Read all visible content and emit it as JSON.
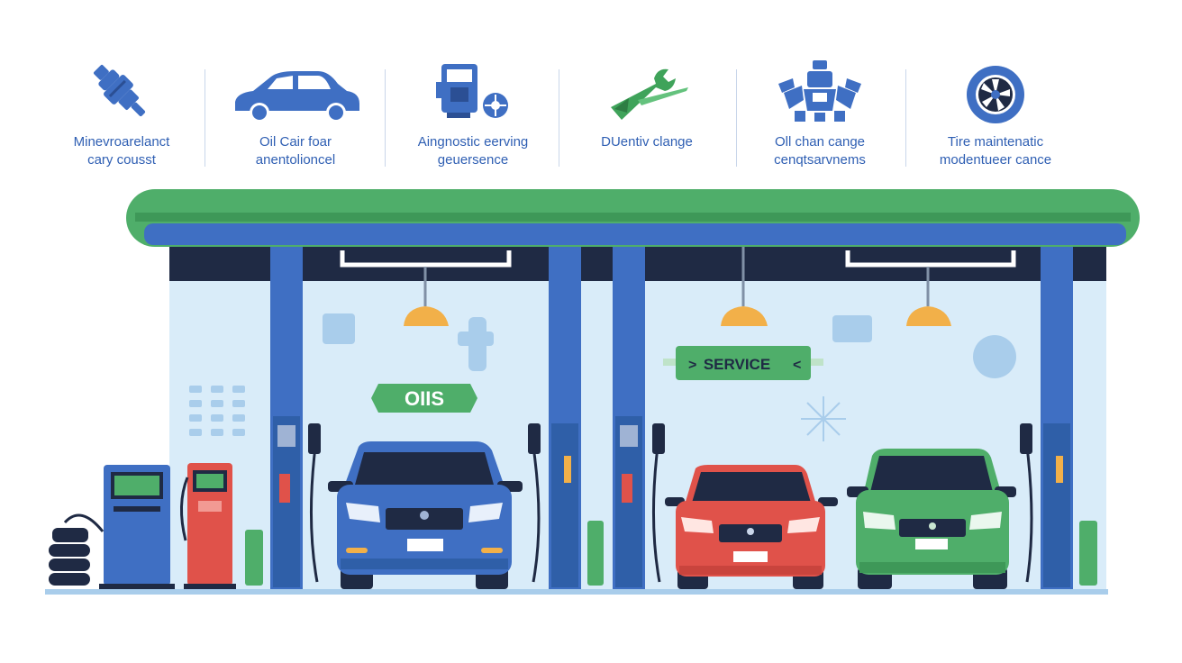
{
  "services": [
    {
      "icon": "spark-plug-icon",
      "line1": "Minevroarelanct",
      "line2": "cary cousst"
    },
    {
      "icon": "car-icon",
      "line1": "Oil Cair foar",
      "line2": "anentolioncel"
    },
    {
      "icon": "engine-diagnostic-icon",
      "line1": "Aingnostic eerving",
      "line2": "geuersence"
    },
    {
      "icon": "wrench-icon",
      "line1": "DUentiv clange",
      "line2": ""
    },
    {
      "icon": "engine-parts-icon",
      "line1": "Oll chan cange",
      "line2": "cenqtsarvnems"
    },
    {
      "icon": "tire-icon",
      "line1": "Tire maintenatic",
      "line2": "modentueer cance"
    }
  ],
  "signs": {
    "oil": "OIIS",
    "service": "SERVICE"
  },
  "colors": {
    "primary_blue": "#3f6fc3",
    "green": "#4fae6a",
    "red": "#e0524a",
    "navy": "#1f2a44",
    "light_bg": "#d9ecf9",
    "lamp": "#f2b049"
  }
}
